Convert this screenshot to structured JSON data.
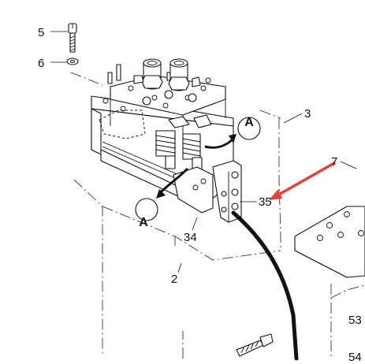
{
  "callouts": {
    "c5": "5",
    "c6": "6",
    "c3": "3",
    "c7": "7",
    "c35": "35",
    "c34": "34",
    "c2": "2",
    "c53": "53",
    "c54": "54"
  },
  "section_markers": {
    "upper": "A",
    "lower": "A"
  },
  "colors": {
    "line": "#111111",
    "highlight_arrow": "#e8403a",
    "background": "#ffffff"
  }
}
